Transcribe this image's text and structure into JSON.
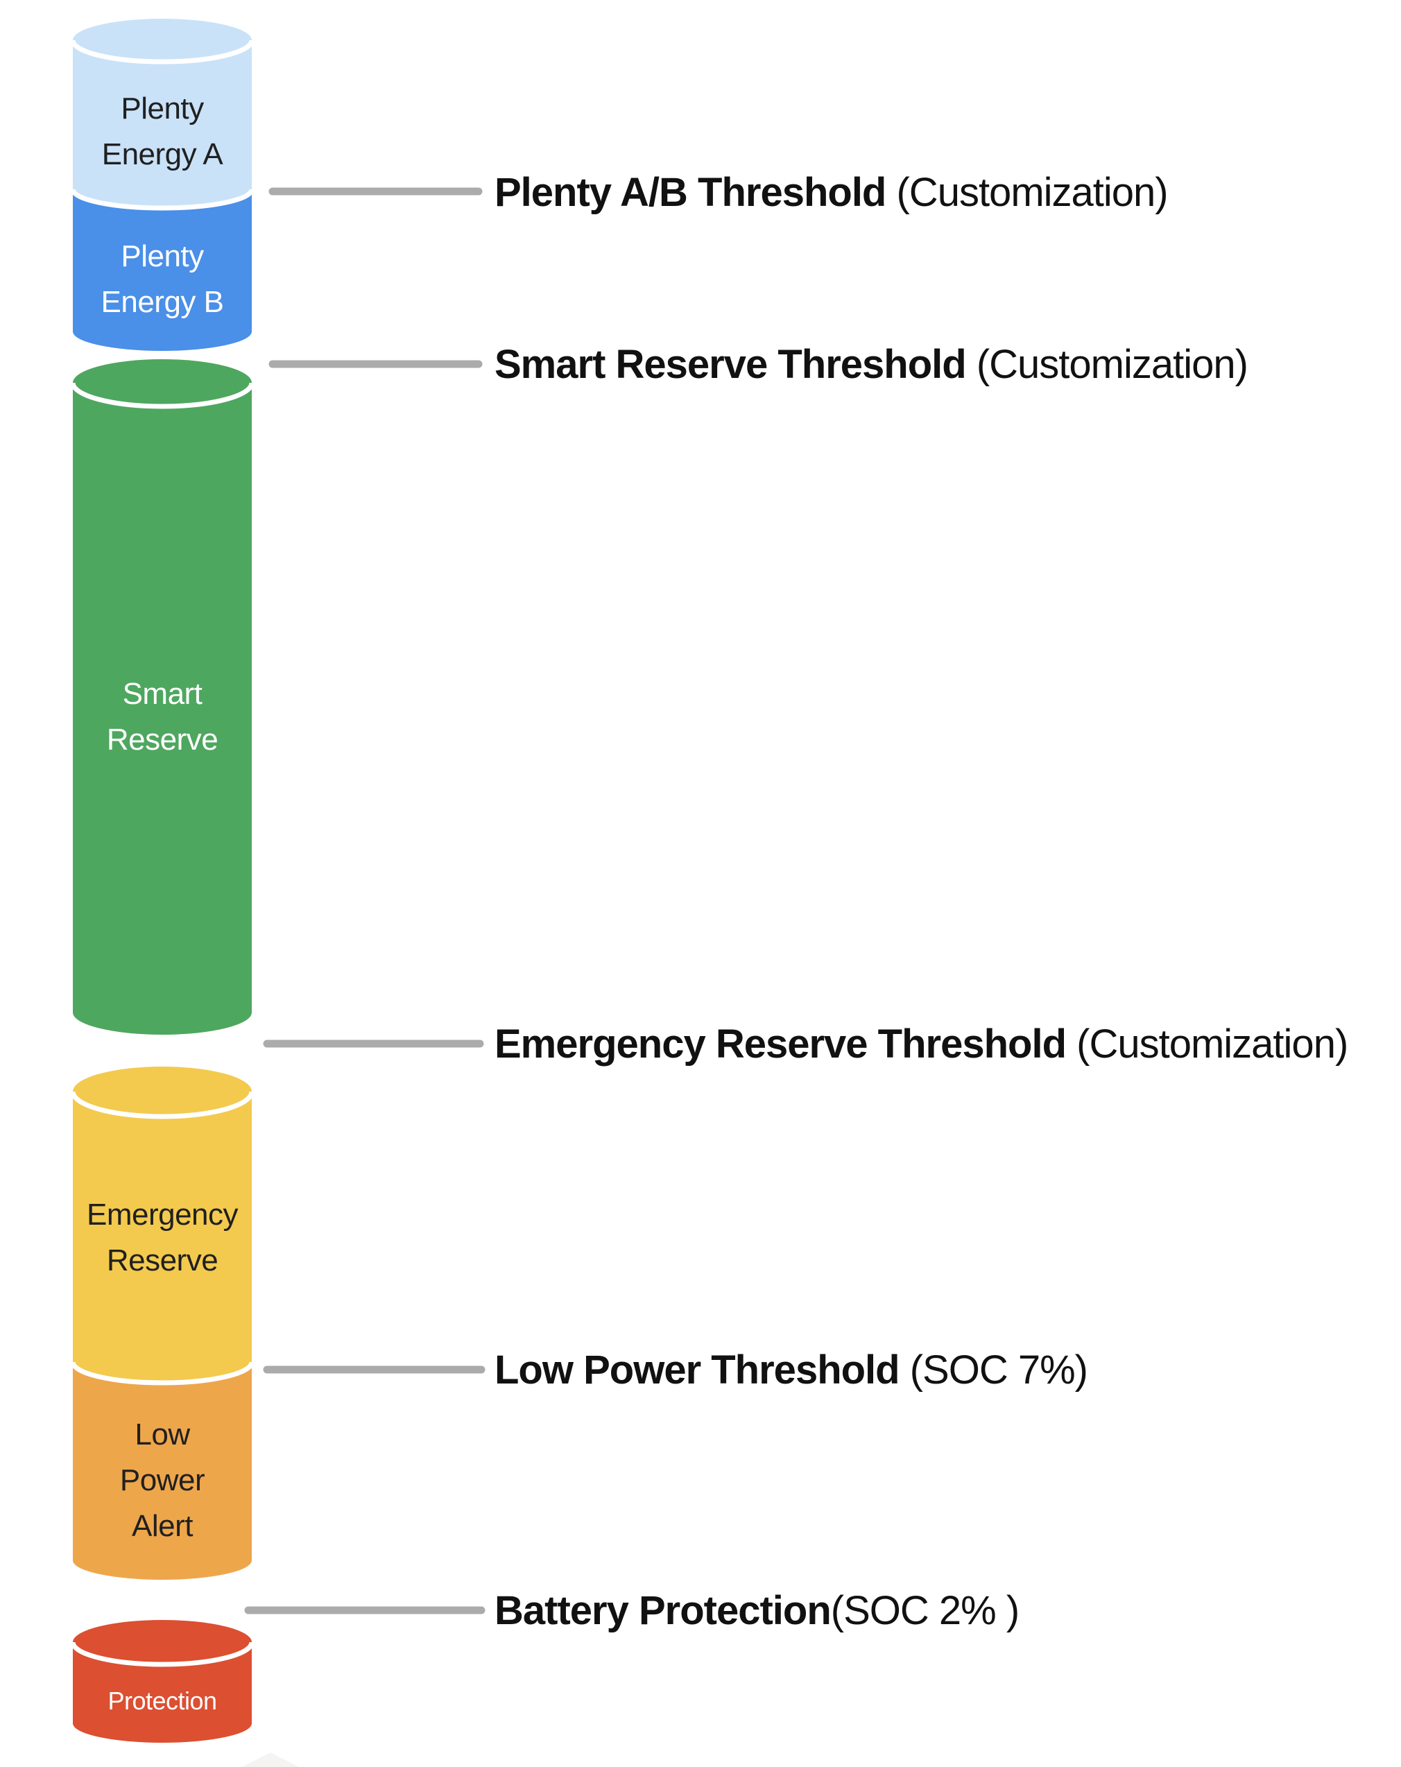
{
  "diagram": {
    "name": "Battery SOC zones diagram",
    "segments": [
      {
        "name": "Plenty Energy A",
        "label": "Plenty\nEnergy A",
        "color": "#C9E2F8",
        "text_color": "#202020"
      },
      {
        "name": "Plenty Energy B",
        "label": "Plenty\nEnergy B",
        "color": "#4A8FE8",
        "text_color": "#FFFFFF"
      },
      {
        "name": "Smart Reserve",
        "label": "Smart\nReserve",
        "color": "#4EA75F",
        "text_color": "#FFFFFF"
      },
      {
        "name": "Emergency Reserve",
        "label": "Emergency\nReserve",
        "color": "#F3CA4E",
        "text_color": "#202020"
      },
      {
        "name": "Low Power Alert",
        "label": "Low\nPower\nAlert",
        "color": "#EEA64B",
        "text_color": "#202020"
      },
      {
        "name": "Protection",
        "label": "Protection",
        "color": "#DC4F31",
        "text_color": "#FFFFFF"
      }
    ],
    "thresholds": [
      {
        "bold": "Plenty A/B Threshold",
        "rest": " (Customization)"
      },
      {
        "bold": "Smart Reserve Threshold",
        "rest": " (Customization)"
      },
      {
        "bold": "Emergency Reserve Threshold",
        "rest": " (Customization)"
      },
      {
        "bold": "Low Power Threshold",
        "rest": " (SOC 7%)"
      },
      {
        "bold": "Battery Protection",
        "rest": "(SOC 2% )"
      }
    ],
    "colors": {
      "background": "#FFFFFF",
      "threshold_line": "#ABABAB",
      "separator": "#FFFFFF",
      "label_text": "#111111",
      "shadow_blob": "#F1EFEC"
    }
  }
}
